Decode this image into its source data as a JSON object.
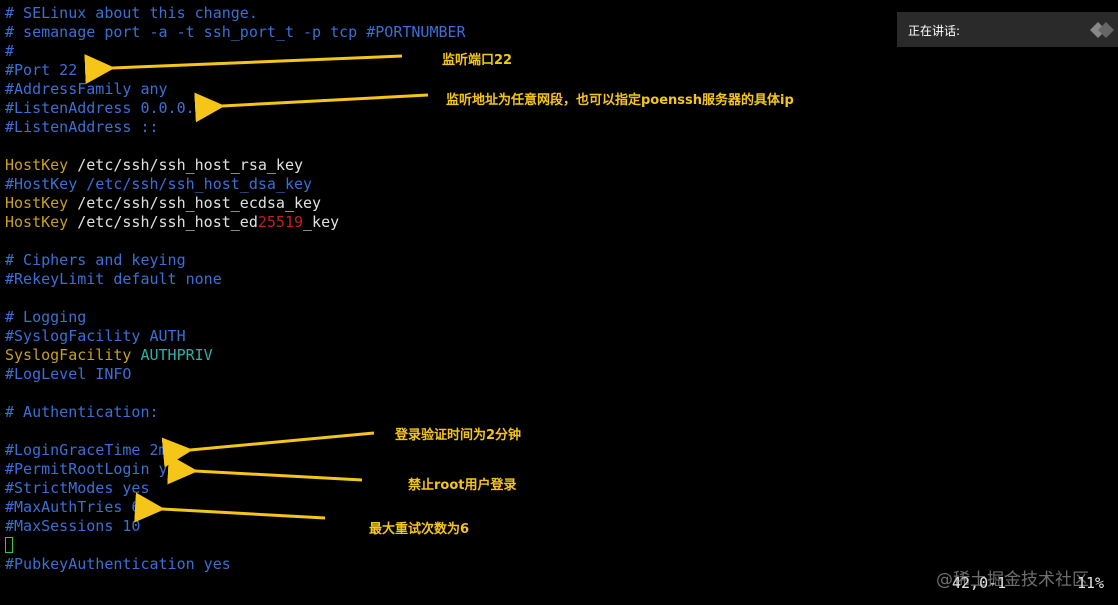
{
  "terminal": {
    "lines": [
      [
        {
          "t": "# SELinux about this change.",
          "c": "comment"
        }
      ],
      [
        {
          "t": "# semanage port -a -t ssh_port_t -p tcp #PORTNUMBER",
          "c": "comment"
        }
      ],
      [
        {
          "t": "#",
          "c": "comment"
        }
      ],
      [
        {
          "t": "#Port 22",
          "c": "comment"
        }
      ],
      [
        {
          "t": "#AddressFamily any",
          "c": "comment"
        }
      ],
      [
        {
          "t": "#ListenAddress 0.0.0.0",
          "c": "comment"
        }
      ],
      [
        {
          "t": "#ListenAddress ::",
          "c": "comment"
        }
      ],
      [],
      [
        {
          "t": "HostKey",
          "c": "key"
        },
        {
          "t": " /etc/ssh/ssh_host_rsa_key",
          "c": "text"
        }
      ],
      [
        {
          "t": "#HostKey /etc/ssh/ssh_host_dsa_key",
          "c": "comment"
        }
      ],
      [
        {
          "t": "HostKey",
          "c": "key"
        },
        {
          "t": " /etc/ssh/ssh_host_ecdsa_key",
          "c": "text"
        }
      ],
      [
        {
          "t": "HostKey",
          "c": "key"
        },
        {
          "t": " /etc/ssh/ssh_host_ed",
          "c": "text"
        },
        {
          "t": "25519",
          "c": "red"
        },
        {
          "t": "_key",
          "c": "text"
        }
      ],
      [],
      [
        {
          "t": "# Ciphers and keying",
          "c": "comment"
        }
      ],
      [
        {
          "t": "#RekeyLimit default none",
          "c": "comment"
        }
      ],
      [],
      [
        {
          "t": "# Logging",
          "c": "comment"
        }
      ],
      [
        {
          "t": "#SyslogFacility AUTH",
          "c": "comment"
        }
      ],
      [
        {
          "t": "SyslogFacility",
          "c": "key"
        },
        {
          "t": " ",
          "c": "text"
        },
        {
          "t": "AUTHPRIV",
          "c": "const"
        }
      ],
      [
        {
          "t": "#LogLevel INFO",
          "c": "comment"
        }
      ],
      [],
      [
        {
          "t": "# Authentication:",
          "c": "comment"
        }
      ],
      [],
      [
        {
          "t": "#LoginGraceTime 2m",
          "c": "comment"
        }
      ],
      [
        {
          "t": "#PermitRootLogin yes",
          "c": "comment"
        }
      ],
      [
        {
          "t": "#StrictModes yes",
          "c": "comment"
        }
      ],
      [
        {
          "t": "#MaxAuthTries 6",
          "c": "comment"
        }
      ],
      [
        {
          "t": "#MaxSessions 10",
          "c": "comment"
        }
      ],
      [
        {
          "cursor": true
        }
      ],
      [
        {
          "t": "#PubkeyAuthentication yes",
          "c": "comment"
        }
      ]
    ],
    "colors": {
      "comment": "#3b6fd4",
      "key": "#c8a01a",
      "text": "#e0e0e0",
      "const": "#29b3a6",
      "red": "#c1211e",
      "cursor": "#2ecc40"
    }
  },
  "status": {
    "position": "42,0-1",
    "percent": "11%"
  },
  "speaking": {
    "label": "正在讲话:",
    "icon": "speaker-diamond-icon"
  },
  "watermark": "@稀土掘金技术社区",
  "annotations": [
    {
      "id": "port",
      "text": "监听端口22"
    },
    {
      "id": "listen",
      "text": "监听地址为任意网段，也可以指定poenssh服务器的具体ip"
    },
    {
      "id": "grace",
      "text": "登录验证时间为2分钟"
    },
    {
      "id": "root",
      "text": "禁止root用户登录"
    },
    {
      "id": "tries",
      "text": "最大重试次数为6"
    }
  ],
  "annotation_color": "#f5c518"
}
